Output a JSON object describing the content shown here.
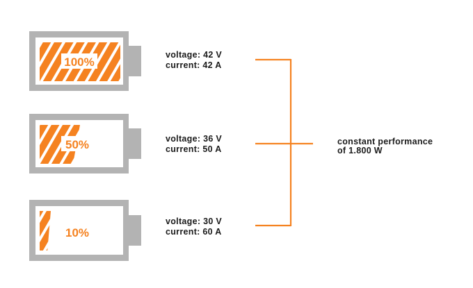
{
  "colors": {
    "accent": "#f58220",
    "battery_frame": "#b3b3b3",
    "text": "#1a1a1a",
    "background": "#ffffff"
  },
  "batteries": [
    {
      "charge_label": "100%",
      "charge_fraction": 1.0,
      "voltage_label": "voltage: 42 V",
      "current_label": "current: 42 A"
    },
    {
      "charge_label": "50%",
      "charge_fraction": 0.5,
      "voltage_label": "voltage: 36 V",
      "current_label": "current: 50 A"
    },
    {
      "charge_label": "10%",
      "charge_fraction": 0.1,
      "voltage_label": "voltage: 30 V",
      "current_label": "current: 60 A"
    }
  ],
  "result": {
    "line1": "constant performance",
    "line2": "of 1.800 W"
  }
}
